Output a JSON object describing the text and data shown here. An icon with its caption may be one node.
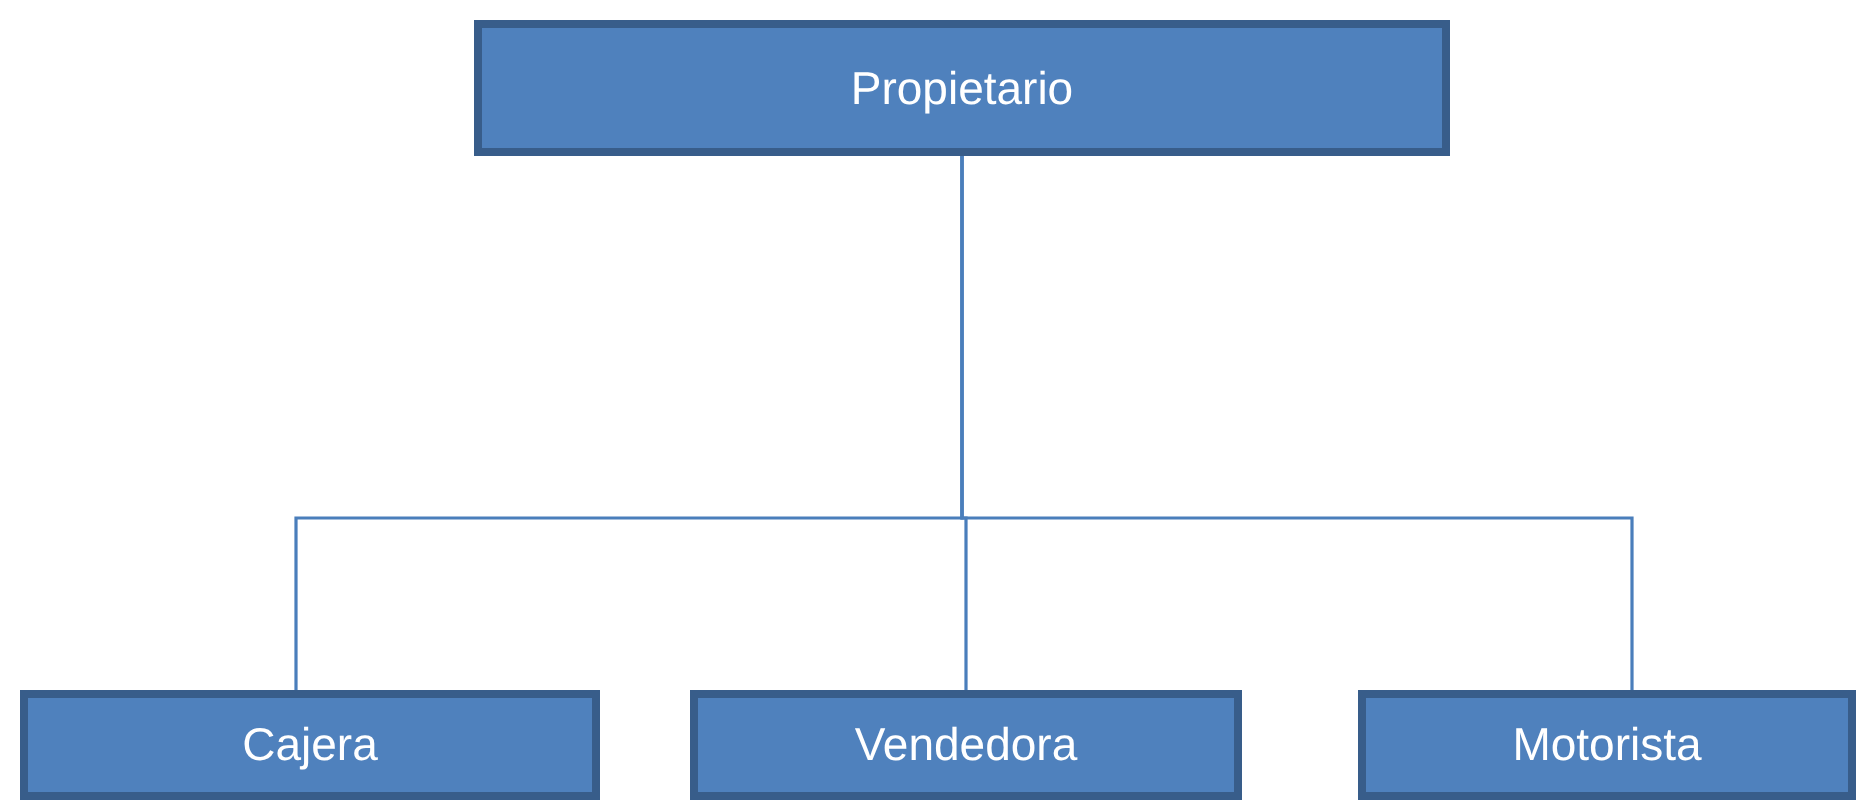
{
  "diagram": {
    "nodes": [
      {
        "text": [
          "Propietario"
        ]
      },
      {
        "text": [
          "Cajera"
        ]
      },
      {
        "text": [
          "Vendedora"
        ]
      },
      {
        "text": [
          "Motorista"
        ]
      }
    ],
    "edges": [
      {
        "from": 0,
        "to": 1,
        "arrow": "none"
      },
      {
        "from": 0,
        "to": 2,
        "arrow": "none"
      },
      {
        "from": 0,
        "to": 3,
        "arrow": "none"
      }
    ]
  }
}
